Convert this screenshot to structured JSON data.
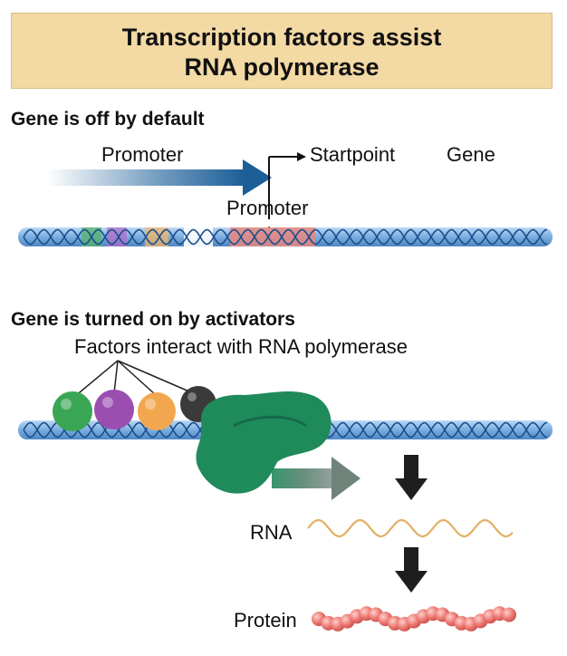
{
  "title": {
    "line1": "Transcription factors assist",
    "line2": "RNA polymerase"
  },
  "panel_off": {
    "heading": "Gene is off by default",
    "promoter_arrow_label": "Promoter",
    "startpoint_label": "Startpoint",
    "gene_label": "Gene",
    "promoter_region_label": "Promoter"
  },
  "panel_on": {
    "heading": "Gene is turned on by activators",
    "factors_label": "Factors interact with RNA polymerase",
    "rna_label": "RNA",
    "protein_label": "Protein",
    "factor_colors": [
      "#3aa655",
      "#9a4fb0",
      "#f2a74e",
      "#3a3a3a"
    ]
  },
  "colors": {
    "dna_tube": "#7aaee0",
    "dna_helix": "#1d4f8c",
    "promoter_region": "#e8877e",
    "polymerase": "#1f8a5a",
    "arrow_blue": "#1c5e98",
    "rna": "#e2b064",
    "protein": "#ec7670"
  }
}
